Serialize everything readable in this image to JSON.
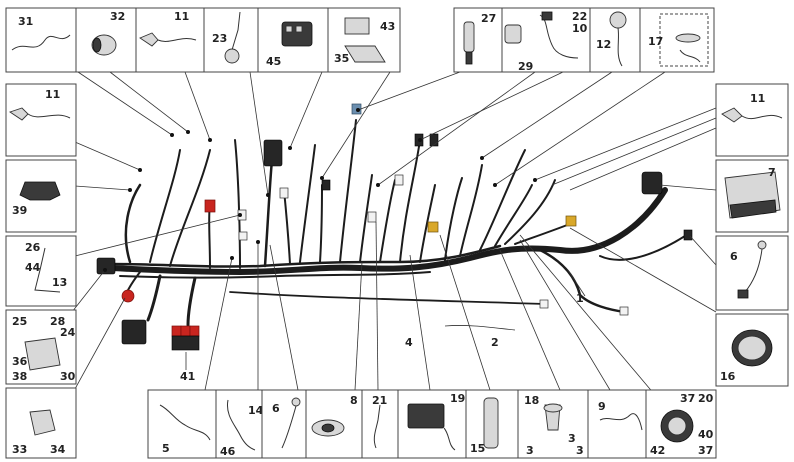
{
  "figure": {
    "part_boxes": [
      {
        "id": "box-31",
        "labels": [
          "31"
        ]
      },
      {
        "id": "box-32",
        "labels": [
          "32"
        ]
      },
      {
        "id": "box-11-top",
        "labels": [
          "11"
        ]
      },
      {
        "id": "box-23",
        "labels": [
          "23"
        ]
      },
      {
        "id": "box-45",
        "labels": [
          "45"
        ]
      },
      {
        "id": "box-35-43",
        "labels": [
          "35",
          "43"
        ]
      },
      {
        "id": "box-27",
        "labels": [
          "27"
        ]
      },
      {
        "id": "box-22-10-29",
        "labels": [
          "22",
          "10",
          "29"
        ]
      },
      {
        "id": "box-12",
        "labels": [
          "12"
        ]
      },
      {
        "id": "box-17",
        "labels": [
          "17"
        ]
      },
      {
        "id": "box-11-left",
        "labels": [
          "11"
        ]
      },
      {
        "id": "box-39",
        "labels": [
          "39"
        ]
      },
      {
        "id": "box-26-44-13",
        "labels": [
          "26",
          "44",
          "13"
        ]
      },
      {
        "id": "box-25-28-24-36-38-30",
        "labels": [
          "25",
          "28",
          "24",
          "36",
          "38",
          "30"
        ]
      },
      {
        "id": "box-33-34",
        "labels": [
          "33",
          "34"
        ]
      },
      {
        "id": "box-11-right",
        "labels": [
          "11"
        ]
      },
      {
        "id": "box-7",
        "labels": [
          "7"
        ]
      },
      {
        "id": "box-6-right",
        "labels": [
          "6"
        ]
      },
      {
        "id": "box-16",
        "labels": [
          "16"
        ]
      },
      {
        "id": "box-5",
        "labels": [
          "5"
        ]
      },
      {
        "id": "box-46-14",
        "labels": [
          "46",
          "14"
        ]
      },
      {
        "id": "box-6-bottom",
        "labels": [
          "6"
        ]
      },
      {
        "id": "box-8",
        "labels": [
          "8"
        ]
      },
      {
        "id": "box-21",
        "labels": [
          "21"
        ]
      },
      {
        "id": "box-19",
        "labels": [
          "19"
        ]
      },
      {
        "id": "box-15",
        "labels": [
          "15"
        ]
      },
      {
        "id": "box-18-3",
        "labels": [
          "18",
          "3",
          "3",
          "3"
        ]
      },
      {
        "id": "box-9",
        "labels": [
          "9"
        ]
      },
      {
        "id": "box-37-20-42-40",
        "labels": [
          "37",
          "20",
          "42",
          "40",
          "37"
        ]
      }
    ],
    "free_labels": [
      {
        "id": "label-1",
        "text": "1"
      },
      {
        "id": "label-2",
        "text": "2"
      },
      {
        "id": "label-4",
        "text": "4"
      },
      {
        "id": "label-41",
        "text": "41"
      }
    ],
    "colors": {
      "harness": "#1c1c1c",
      "connector_red": "#c8251f",
      "connector_blue": "#6c8fb0",
      "connector_white": "#f2f2f2",
      "connector_yellow": "#d9a82a",
      "box_border": "#444444"
    }
  }
}
